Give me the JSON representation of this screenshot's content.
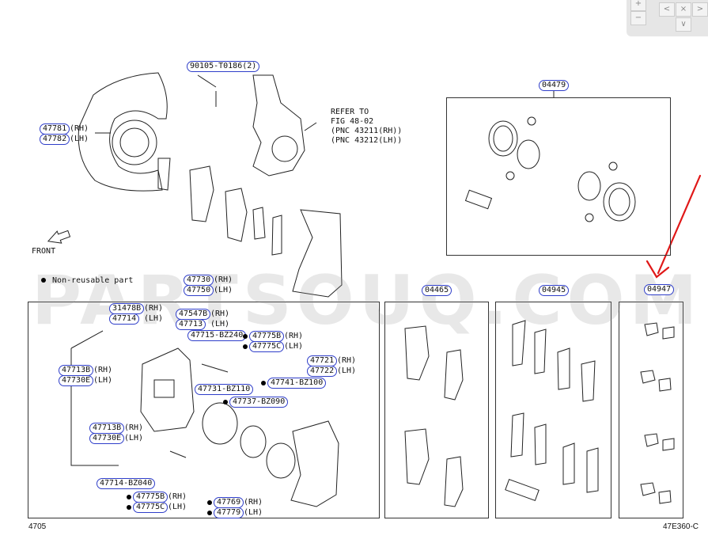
{
  "watermark": "PARTSOUQ.COM",
  "legend": {
    "non_reusable": "Non-reusable part"
  },
  "front_label": "FRONT",
  "refer_note": [
    "REFER TO",
    "FIG 48-02",
    "(PNC 43211(RH))",
    "(PNC 43212(LH))"
  ],
  "footer": {
    "left": "4705",
    "right": "47E360-C"
  },
  "nav": {
    "plus": "+",
    "minus": "−",
    "left": "<",
    "close": "×",
    "right": ">",
    "down": "∨"
  },
  "callouts": {
    "c90105": "90105-T0186(2)",
    "c47781": "47781",
    "c47782": "47782",
    "rh": "(RH)",
    "lh": "(LH)",
    "c04479": "04479",
    "c47730": "47730",
    "c47750": "47750",
    "c31478b": "31478B",
    "c47714": "47714",
    "c47547b": "47547B",
    "c47713": "47713",
    "c47715": "47715-BZ240",
    "c47775b": "47775B",
    "c47775c": "47775C",
    "c47713b_rh": "47713B",
    "c47730e_lh": "47730E",
    "c47721": "47721",
    "c47722": "47722",
    "c47731": "47731-BZ110",
    "c47741": "47741-BZ100",
    "c47737": "47737-BZ090",
    "c47713b2": "47713B",
    "c47730e2": "47730E",
    "c47714bz": "47714-BZ040",
    "c47775b2": "47775B",
    "c47775c2": "47775C",
    "c47769": "47769",
    "c47779": "47779",
    "c04465": "04465",
    "c04945": "04945",
    "c04947": "04947"
  }
}
